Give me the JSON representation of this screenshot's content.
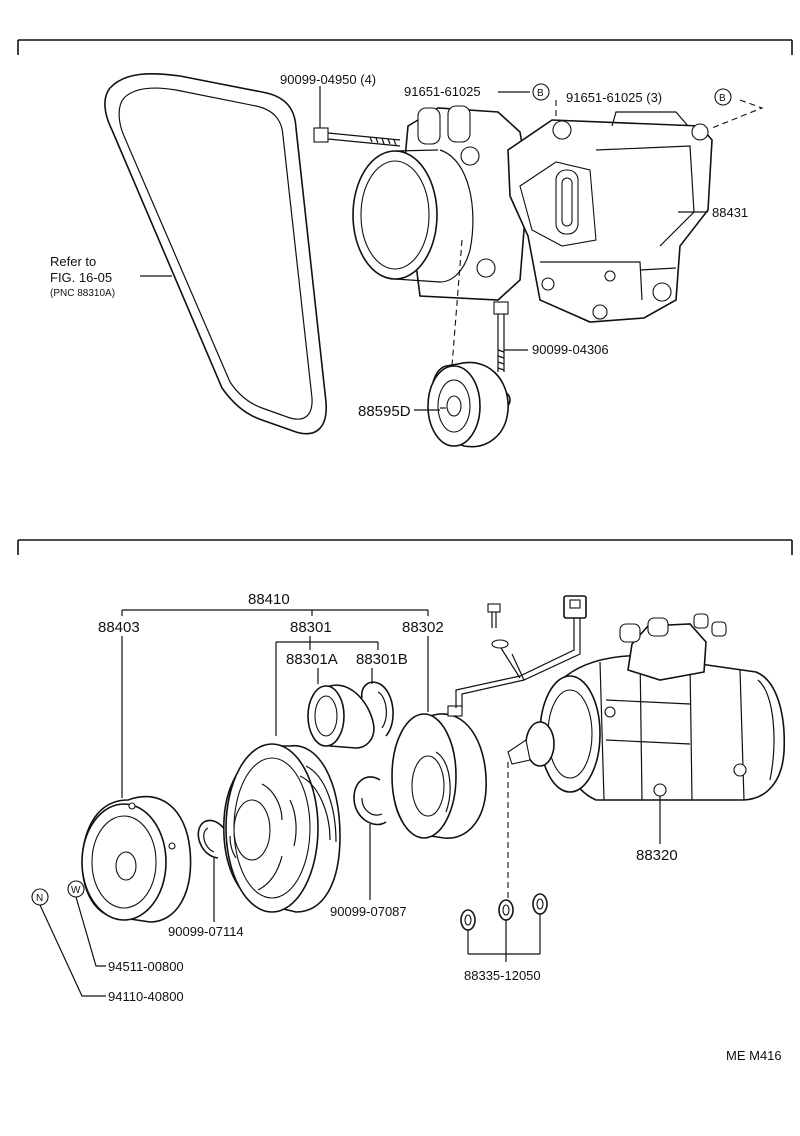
{
  "top_section": {
    "refer_line1": "Refer to",
    "refer_line2": "FIG. 16-05",
    "refer_line3": "(PNC 88310A)",
    "bolt_top": "90099-04950 (4)",
    "bolt_b1": "91651-61025",
    "bolt_b2": "91651-61025 (3)",
    "marker_b": "B",
    "bracket": "88431",
    "bolt_lower": "90099-04306",
    "idler_pulley": "88595D"
  },
  "bottom_section": {
    "clutch_assy": "88410",
    "hub": "88403",
    "pulley": "88301",
    "bearing_a": "88301A",
    "snap_ring_b": "88301B",
    "stator": "88302",
    "compressor": "88320",
    "snap_ring_1": "90099-07114",
    "snap_ring_2": "90099-07087",
    "shims": "88335-12050",
    "washer": "94511-00800",
    "nut": "94110-40800",
    "marker_n": "N",
    "marker_w": "W"
  },
  "footer": {
    "code": "ME M416"
  }
}
